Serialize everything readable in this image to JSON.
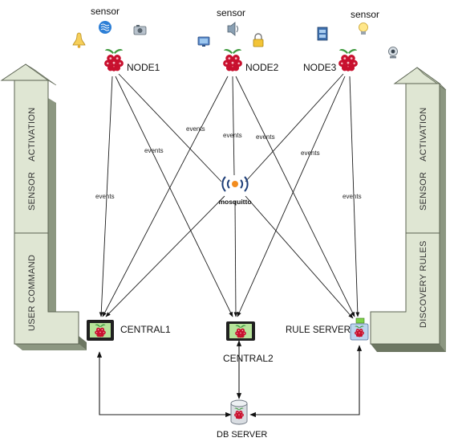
{
  "nodes": [
    {
      "id": "node1",
      "label": "NODE1",
      "sensor_label": "sensor",
      "sensor_icons": [
        "bell-icon",
        "wave-sensor-icon",
        "camera-icon"
      ]
    },
    {
      "id": "node2",
      "label": "NODE2",
      "sensor_label": "sensor",
      "sensor_icons": [
        "monitor-icon",
        "speaker-icon",
        "lock-icon"
      ]
    },
    {
      "id": "node3",
      "label": "NODE3",
      "sensor_label": "sensor",
      "sensor_icons": [
        "film-icon",
        "lightbulb-icon",
        "webcam-icon"
      ]
    }
  ],
  "broker": {
    "label": "mosquitto"
  },
  "centrals": [
    {
      "id": "central1",
      "label": "CENTRAL1"
    },
    {
      "id": "central2",
      "label": "CENTRAL2"
    }
  ],
  "rule_server": {
    "label": "RULE SERVER"
  },
  "db_server": {
    "label": "DB SERVER"
  },
  "edge_label": "events",
  "left_arrow": {
    "top_text": "SENSOR    ACTIVATION",
    "bottom_text": "USER COMMAND"
  },
  "right_arrow": {
    "top_text": "SENSOR    ACTIVATION",
    "bottom_text": "DISCOVERY RULES"
  },
  "colors": {
    "arrow_face": "#dfe6d3",
    "arrow_side": "#8c9781",
    "raspberry": "#c8102e",
    "leaf": "#3e9a3e",
    "screen_frame": "#202020"
  }
}
